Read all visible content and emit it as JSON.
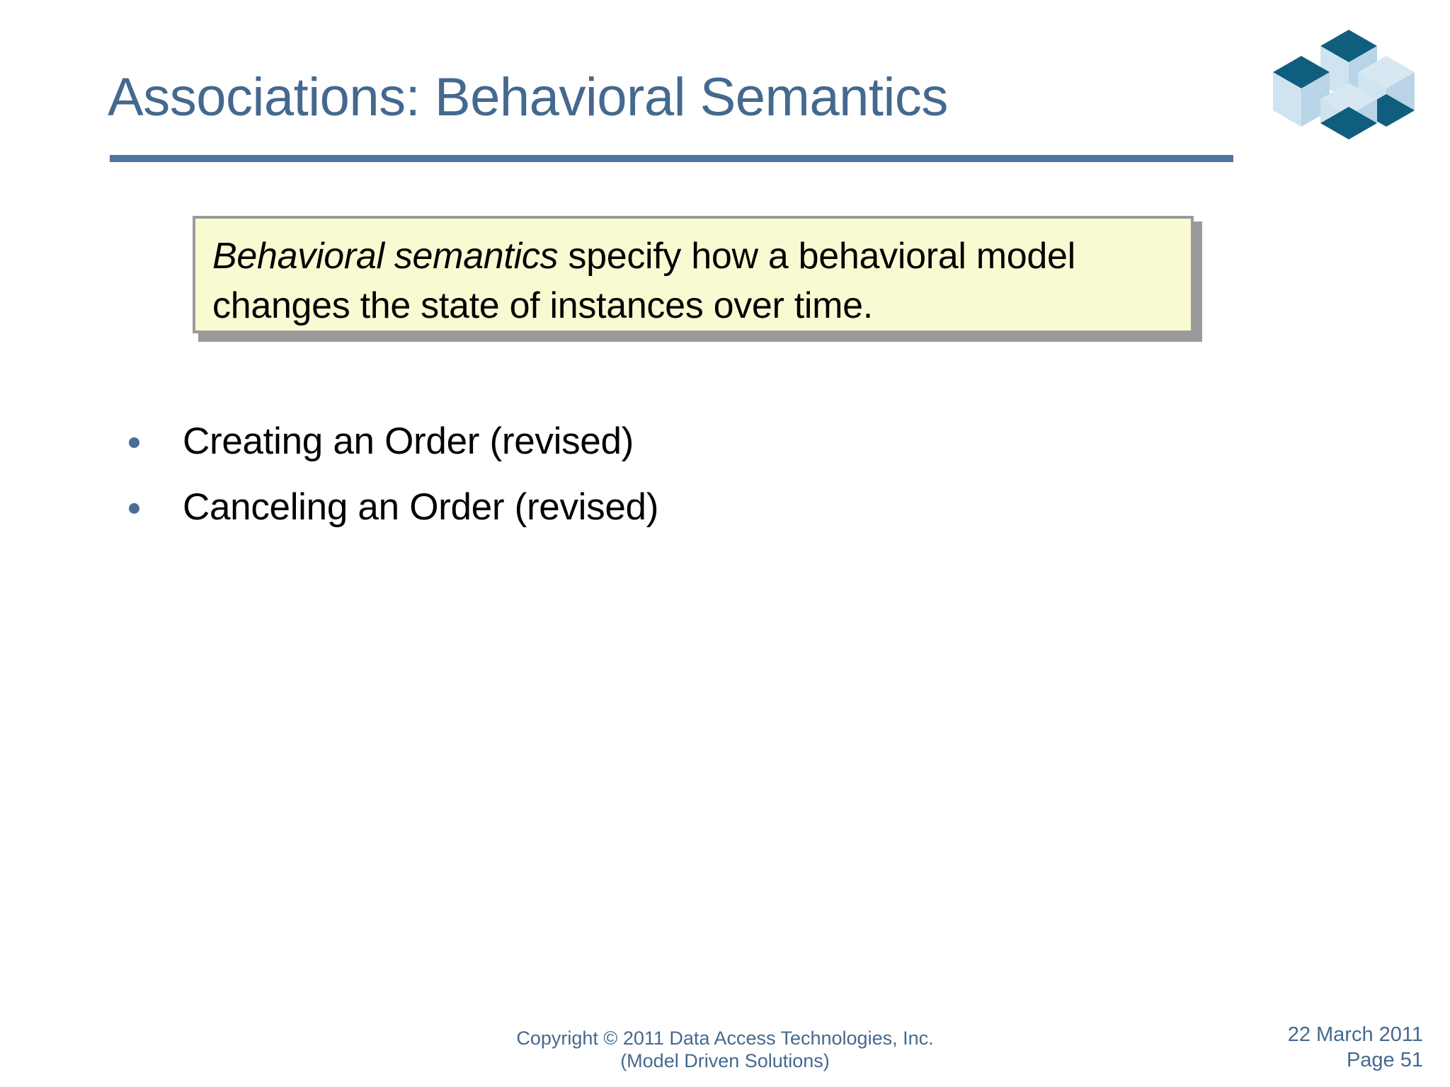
{
  "slide": {
    "title": "Associations: Behavioral Semantics",
    "accent_color": "#44698f",
    "rule_color": "#4e75a0",
    "background_color": "#ffffff"
  },
  "logo": {
    "name": "data-access-technologies-blocks-logo",
    "top_face_color": "#0f5e7e",
    "side_face_color": "#b9d4e6",
    "front_face_color": "#d8e8f2"
  },
  "callout": {
    "emphasis": "Behavioral semantics",
    "rest": " specify how a behavioral model changes the state of instances over time.",
    "fill_color": "#fafad2",
    "border_color": "#9a9a9a",
    "text_color": "#000000"
  },
  "bullets": {
    "dot_color": "#4a6e96",
    "items": [
      {
        "label": "Creating an Order (revised)"
      },
      {
        "label": "Canceling an Order (revised)"
      }
    ]
  },
  "footer": {
    "copyright_line1": "Copyright © 2011 Data Access Technologies, Inc.",
    "copyright_line2": "(Model Driven Solutions)",
    "date": "22 March 2011",
    "page": "Page 51",
    "text_color": "#45698f"
  }
}
